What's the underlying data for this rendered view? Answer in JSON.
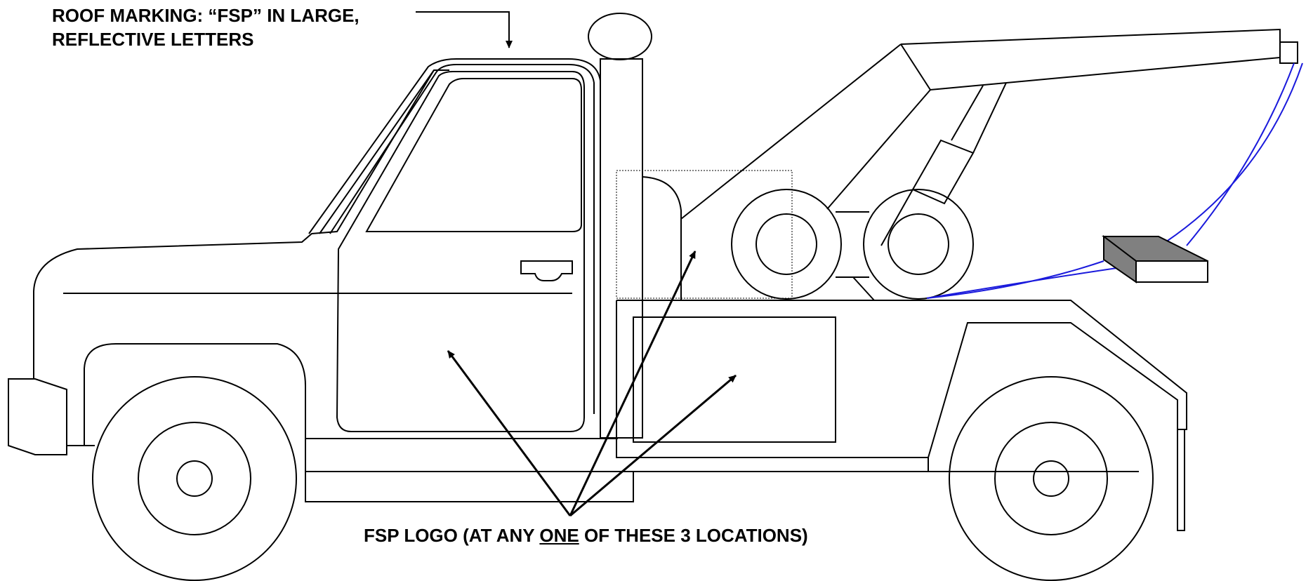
{
  "annotations": {
    "roof_marking": {
      "line1": "ROOF MARKING: “FSP” IN LARGE,",
      "line2": "REFLECTIVE LETTERS"
    },
    "logo_locations": {
      "prefix": "FSP LOGO (AT ANY ",
      "emphasis": "ONE",
      "suffix": " OF THESE 3 LOCATIONS)"
    }
  },
  "colors": {
    "outline": "#000000",
    "tow_cable": "#1a1adc",
    "tow_block_top": "#808080",
    "background": "#ffffff"
  }
}
